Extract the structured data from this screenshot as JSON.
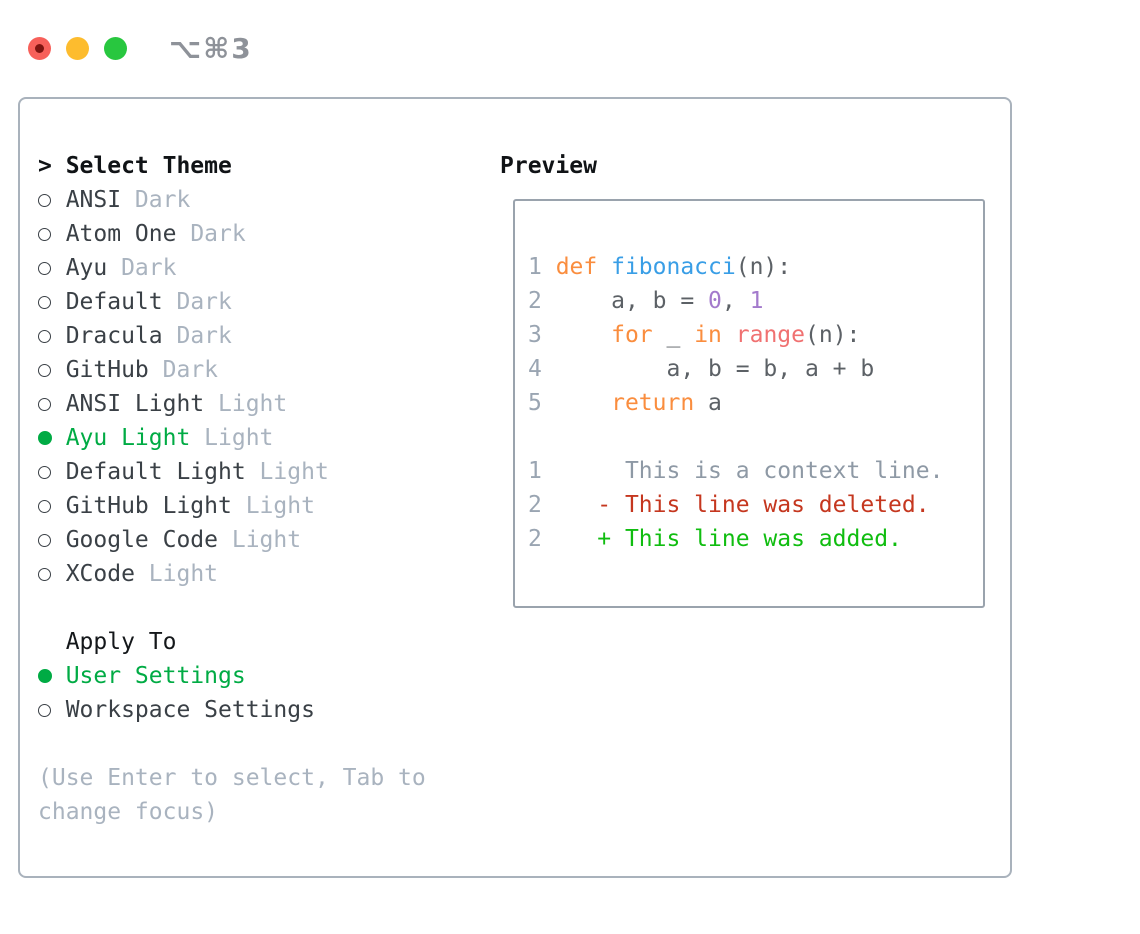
{
  "window": {
    "shortcut": "⌥⌘3",
    "traffic_lights": {
      "close_color": "#f7605a",
      "close_dot_color": "#7e1410",
      "minimize_color": "#fdbc2e",
      "zoom_color": "#28c73f"
    }
  },
  "theme_selector": {
    "prompt": ">",
    "title": "Select Theme",
    "items": [
      {
        "name": "ANSI",
        "variant": "Dark",
        "selected": false
      },
      {
        "name": "Atom One",
        "variant": "Dark",
        "selected": false
      },
      {
        "name": "Ayu",
        "variant": "Dark",
        "selected": false
      },
      {
        "name": "Default",
        "variant": "Dark",
        "selected": false
      },
      {
        "name": "Dracula",
        "variant": "Dark",
        "selected": false
      },
      {
        "name": "GitHub",
        "variant": "Dark",
        "selected": false
      },
      {
        "name": "ANSI Light",
        "variant": "Light",
        "selected": false
      },
      {
        "name": "Ayu Light",
        "variant": "Light",
        "selected": true
      },
      {
        "name": "Default Light",
        "variant": "Light",
        "selected": false
      },
      {
        "name": "GitHub Light",
        "variant": "Light",
        "selected": false
      },
      {
        "name": "Google Code",
        "variant": "Light",
        "selected": false
      },
      {
        "name": "XCode",
        "variant": "Light",
        "selected": false
      }
    ]
  },
  "apply_to": {
    "title": "Apply To",
    "options": [
      {
        "label": "User Settings",
        "selected": true
      },
      {
        "label": "Workspace Settings",
        "selected": false
      }
    ]
  },
  "hint": "(Use Enter to select, Tab to change focus)",
  "preview": {
    "title": "Preview",
    "code_lines": [
      {
        "num": "1",
        "segments": [
          {
            "t": "def ",
            "c": "kw"
          },
          {
            "t": "fibonacci",
            "c": "fn"
          },
          {
            "t": "(n):",
            "c": "fg"
          }
        ]
      },
      {
        "num": "2",
        "segments": [
          {
            "t": "    a, b = ",
            "c": "fg"
          },
          {
            "t": "0",
            "c": "const"
          },
          {
            "t": ", ",
            "c": "fg"
          },
          {
            "t": "1",
            "c": "const"
          }
        ]
      },
      {
        "num": "3",
        "segments": [
          {
            "t": "    ",
            "c": "fg"
          },
          {
            "t": "for",
            "c": "kw"
          },
          {
            "t": " _ ",
            "c": "fg"
          },
          {
            "t": "in",
            "c": "kw"
          },
          {
            "t": " ",
            "c": "fg"
          },
          {
            "t": "range",
            "c": "coral"
          },
          {
            "t": "(n):",
            "c": "fg"
          }
        ]
      },
      {
        "num": "4",
        "segments": [
          {
            "t": "        a, b = b, a + b",
            "c": "fg"
          }
        ]
      },
      {
        "num": "5",
        "segments": [
          {
            "t": "    ",
            "c": "fg"
          },
          {
            "t": "return",
            "c": "kw"
          },
          {
            "t": " a",
            "c": "fg"
          }
        ]
      },
      {
        "num": "",
        "segments": []
      },
      {
        "num": "1",
        "segments": [
          {
            "t": "     This is a context line.",
            "c": "ctx"
          }
        ]
      },
      {
        "num": "2",
        "segments": [
          {
            "t": "   - This line was deleted.",
            "c": "del"
          }
        ]
      },
      {
        "num": "2",
        "segments": [
          {
            "t": "   + This line was added.",
            "c": "add"
          }
        ]
      }
    ]
  },
  "colors": {
    "selection_green": "#00ab44",
    "diff_red": "#c5371f",
    "diff_green": "#10bd10",
    "keyword_orange": "#fa8d3e",
    "function_blue": "#399ee6",
    "constant_purple": "#a37acc",
    "builtin_coral": "#f07171",
    "code_foreground": "#5c6166",
    "muted_gray": "#a9b3bf",
    "panel_border": "#a9b2bc"
  }
}
